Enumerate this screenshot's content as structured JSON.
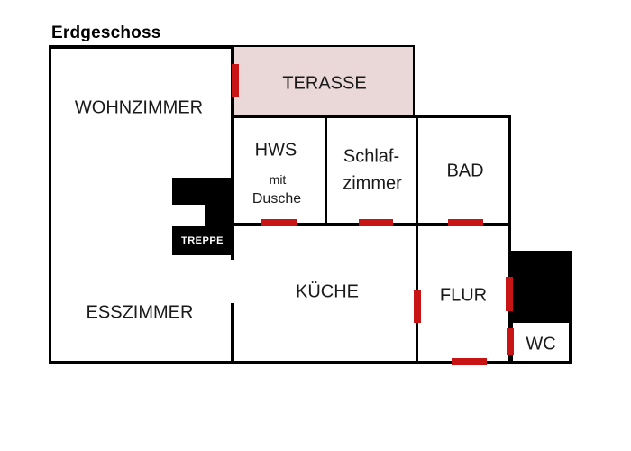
{
  "title": "Erdgeschoss",
  "colors": {
    "wall": "#000000",
    "door": "#c81414",
    "terrace-fill": "#ead8d8",
    "stairs-fill": "#000000"
  },
  "rooms": {
    "wohnzimmer": {
      "label": "WOHNZIMMER"
    },
    "terasse": {
      "label": "TERASSE"
    },
    "hws": {
      "label": "HWS",
      "line2": "mit",
      "line3": "Dusche"
    },
    "schlafzimmer": {
      "line1": "Schlaf-",
      "line2": "zimmer"
    },
    "bad": {
      "label": "BAD"
    },
    "treppe": {
      "label": "TREPPE"
    },
    "esszimmer": {
      "label": "ESSZIMMER"
    },
    "kueche": {
      "label": "KÜCHE"
    },
    "flur": {
      "label": "FLUR"
    },
    "wc": {
      "label": "WC"
    }
  },
  "doors": [
    "door-wohnzimmer-terasse",
    "door-hws",
    "door-schlafzimmer",
    "door-bad",
    "door-kueche-flur",
    "door-flur-shaft",
    "door-flur-wc",
    "door-entrance"
  ]
}
